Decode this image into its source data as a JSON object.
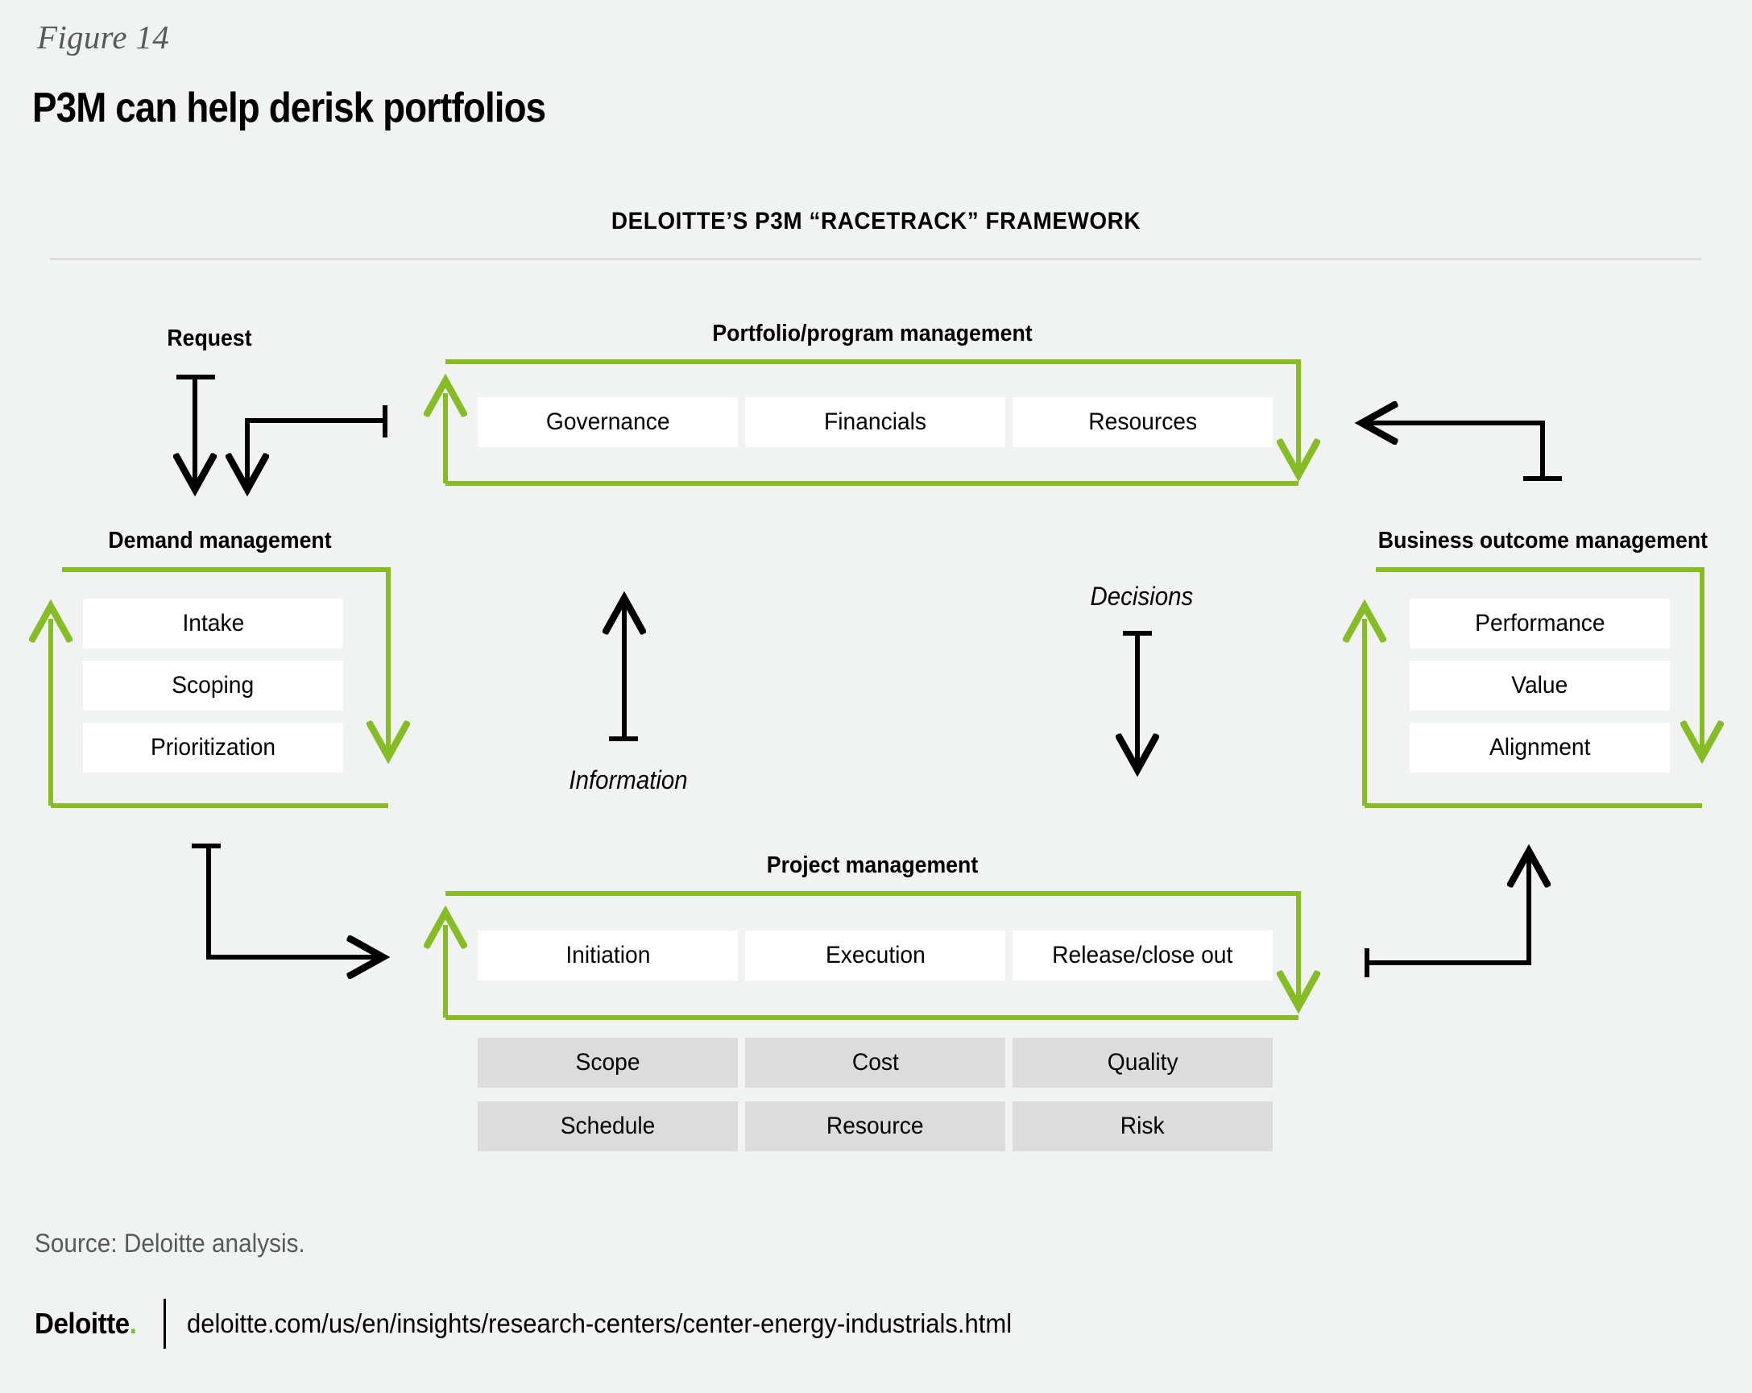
{
  "figure": {
    "label": "Figure 14",
    "title": "P3M can help derisk portfolios",
    "framework_title": "DELOITTE’S P3M “RACETRACK” FRAMEWORK"
  },
  "colors": {
    "background": "#F1F2F2",
    "green": "#86BC25",
    "black": "#000000",
    "cell_white": "#FFFFFF",
    "cell_grey": "#DCDCDC",
    "rule_grey": "#DCDCDC",
    "source_grey": "#58595B"
  },
  "flow": {
    "request_label": "Request",
    "information_label": "Information",
    "decisions_label": "Decisions"
  },
  "blocks": {
    "portfolio": {
      "title": "Portfolio/program management",
      "cells": [
        "Governance",
        "Financials",
        "Resources"
      ]
    },
    "demand": {
      "title": "Demand  management",
      "cells": [
        "Intake",
        "Scoping",
        "Prioritization"
      ]
    },
    "business_outcome": {
      "title": "Business outcome  management",
      "cells": [
        "Performance",
        "Value",
        "Alignment"
      ]
    },
    "project": {
      "title": "Project management",
      "cells": [
        "Initiation",
        "Execution",
        "Release/close out"
      ]
    },
    "project_attributes": {
      "row1": [
        "Scope",
        "Cost",
        "Quality"
      ],
      "row2": [
        "Schedule",
        "Resource",
        "Risk"
      ]
    }
  },
  "footer": {
    "source": "Source: Deloitte analysis.",
    "logo": "Deloitte",
    "logo_dot": ".",
    "url": "deloitte.com/us/en/insights/research-centers/center-energy-industrials.html"
  }
}
